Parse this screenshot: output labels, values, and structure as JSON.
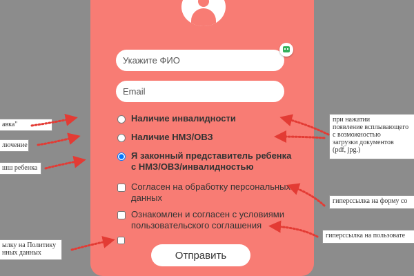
{
  "form": {
    "fio_placeholder": "Укажите ФИО",
    "email_placeholder": "Email",
    "options": [
      "Наличие инвалидности",
      "Наличие НМЗ/ОВЗ",
      "Я законный представитель ребенка с НМЗ/ОВЗ/инвалидностью"
    ],
    "checkboxes": [
      "Согласен на обработку персональных данных",
      "Ознакомлен и согласен с условиями пользовательского соглашения"
    ],
    "submit_label": "Отправить"
  },
  "notes": {
    "left": [
      "авка\"",
      "лючение",
      "шш ребенка",
      "ылку на Политику\nнных данных"
    ],
    "right": [
      "при нажатии\nпоявление всплывающего\nс возможностью\nзагрузки документов\n(pdf, jpg.)",
      "гиперссылка на форму со",
      "гиперссылка на пользовате"
    ]
  },
  "colors": {
    "card": "#f87c74",
    "background": "#8c8c8c",
    "arrows": "#e33b34",
    "bot": "#33b05b"
  }
}
